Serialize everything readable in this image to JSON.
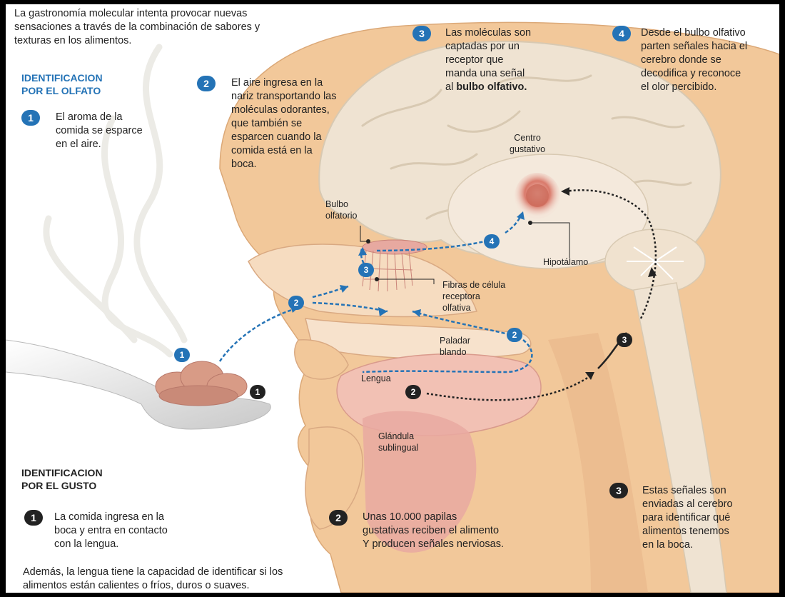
{
  "colors": {
    "blue": "#2473b6",
    "dark": "#222222",
    "skin": "#f2c89a",
    "brain": "#efe3d2",
    "pink": "#e8a7a0",
    "gusto_heading": "#222222"
  },
  "intro": "La gastronomía molecular intenta provocar nuevas\nsensaciones a través de la combinación de sabores y\ntexturas en los alimentos.",
  "olfato": {
    "heading": "IDENTIFICACION\nPOR EL OLFATO",
    "steps": [
      {
        "num": "1",
        "text": "El aroma de la\ncomida se esparce\nen el aire."
      },
      {
        "num": "2",
        "text": "El aire ingresa en la\nnariz transportando las\nmoléculas odorantes,\nque también se\nesparcen cuando la\ncomida está en la\nboca."
      },
      {
        "num": "3",
        "text_a": "Las moléculas son\ncaptadas por un\nreceptor que\nmanda una señal\nal ",
        "text_b": "bulbo olfativo."
      },
      {
        "num": "4",
        "text": "Desde el bulbo olfativo\nparten señales hacia el\ncerebro donde se\ndecodifica y reconoce\nel olor percibido."
      }
    ]
  },
  "gusto": {
    "heading": "IDENTIFICACION\nPOR EL GUSTO",
    "steps": [
      {
        "num": "1",
        "text": "La comida ingresa en la\nboca y entra en contacto\ncon la lengua."
      },
      {
        "num": "2",
        "text": "Unas 10.000 papilas\ngustativas reciben el alimento\nY producen señales nerviosas."
      },
      {
        "num": "3",
        "text": "Estas señales son\nenviadas al cerebro\npara identificar qué\nalimentos tenemos\nen la boca."
      }
    ],
    "footer": "Además, la lengua tiene la capacidad de identificar si los\nalimentos están calientes o fríos, duros o suaves."
  },
  "labels": {
    "centro": "Centro\ngustativo",
    "bulbo": "Bulbo\nolfatorio",
    "hipotalamo": "Hipotálamo",
    "fibras": "Fibras de célula\nreceptora\nolfativa",
    "paladar": "Paladar\nblando",
    "lengua": "Lengua",
    "glandula": "Glándula\nsublingual"
  }
}
